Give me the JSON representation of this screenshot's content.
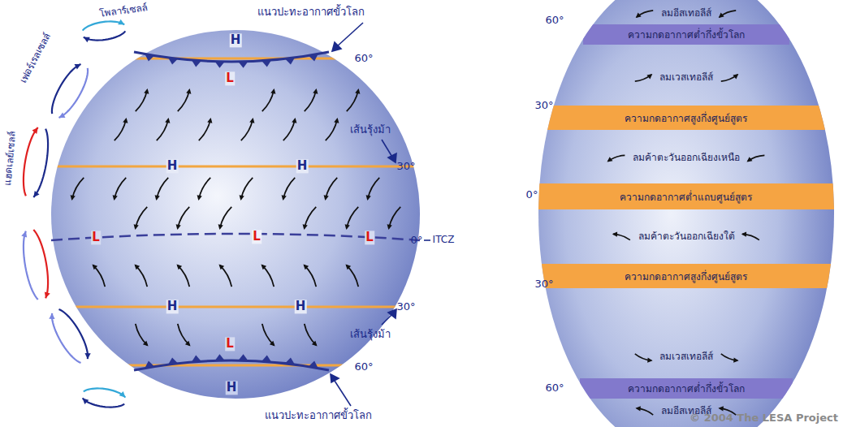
{
  "diagram": {
    "nodes": [
      {
        "text": [
          "ความกดอากาศต่ำกึ่งขั้วโลก"
        ]
      },
      {
        "text": [
          "ความกดอากาศสูงกึ่งศูนย์สูตร"
        ]
      },
      {
        "text": [
          "ความกดอากาศต่ำแถบศูนย์สูตร"
        ]
      },
      {
        "text": [
          "ความกดอากาศสูงกึ่งศูนย์สูตร"
        ]
      },
      {
        "text": [
          "ความกดอากาศต่ำกึ่งขั้วโลก"
        ]
      }
    ],
    "labels": [
      "โพลาร์เซลล์",
      "เฟอร์เรลเซลล์",
      "แฮดเลย์เซลล์",
      "แนวปะทะอากาศขั้วโลก",
      "H",
      "L",
      "60°",
      "เส้นรุ้งม้า",
      "H",
      "H",
      "30°",
      "L",
      "L",
      "L",
      "0°",
      "ITCZ",
      "H",
      "H",
      "30°",
      "เส้นรุ้งม้า",
      "L",
      "60°",
      "H",
      "แนวปะทะอากาศขั้วโลก",
      "60°",
      "ลมอีสเทอลีส์",
      "ลมเวสเทอลีส์",
      "30°",
      "ลมค้าตะวันออกเฉียงเหนือ",
      "0°",
      "ลมค้าตะวันออกเฉียงใต้",
      "30°",
      "ลมเวสเทอลีส์",
      "60°",
      "ลมอีสเทอลีส์",
      "© 2004 The LESA Project"
    ]
  }
}
